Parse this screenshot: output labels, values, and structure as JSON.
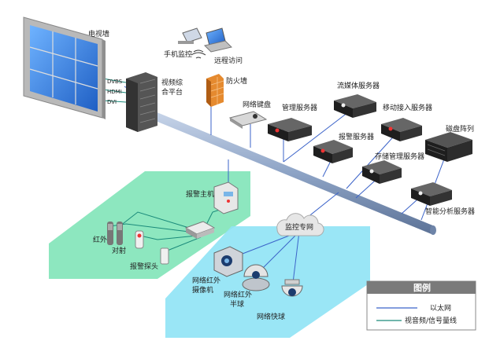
{
  "labels": {
    "video_wall": "电视墙",
    "dvbs": "DVBS",
    "hdmi": "HDMI",
    "dvi": "DVI",
    "video_platform_line1": "视频综",
    "video_platform_line2": "合平台",
    "mobile_monitor": "手机监控",
    "remote_access": "远程访问",
    "firewall": "防火墙",
    "network_keyboard": "网络键盘",
    "management_server": "管理服务器",
    "streaming_server": "流媒体服务器",
    "mobile_access_server": "移动接入服务器",
    "alarm_server": "报警服务器",
    "storage_mgmt_server": "存储管理服务器",
    "disk_array": "磁盘阵列",
    "smart_analysis_server": "智能分析服务器",
    "alarm_host": "报警主机",
    "infrared_line1": "红外",
    "infrared_line2": "对射",
    "alarm_probe": "报警探头",
    "monitoring_network": "监控专网",
    "net_ir_camera_line1": "网络红外",
    "net_ir_camera_line2": "摄像机",
    "net_ir_dome_line1": "网络红外",
    "net_ir_dome_line2": "半球",
    "net_speed_dome": "网络快球"
  },
  "legend": {
    "title": "图例",
    "ethernet": "以太网",
    "av_signal": "视音频/信号量线"
  },
  "colors": {
    "ethernet_line": "#3b63c9",
    "signal_line": "#1a8a7a",
    "green_zone": "#79e3b4",
    "blue_zone": "#8fe3f5",
    "backbone": "#8aa0bf",
    "legend_header": "#7a7a7a"
  }
}
